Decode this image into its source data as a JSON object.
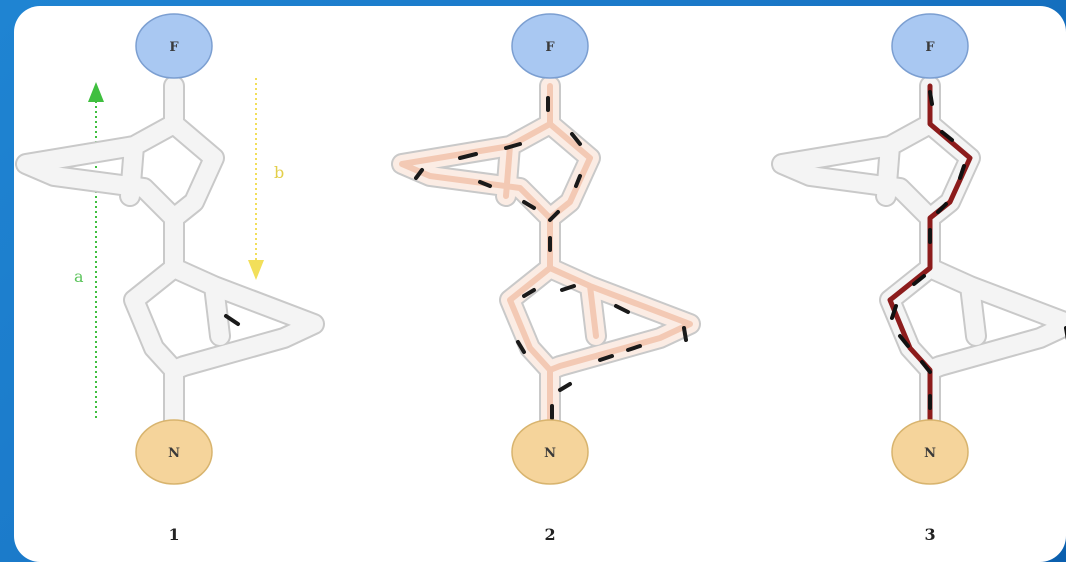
{
  "colors": {
    "food_node_fill": "#a9c8f2",
    "food_node_stroke": "#7c9fd1",
    "nest_node_fill": "#f5d49b",
    "nest_node_stroke": "#d8b46e",
    "path_gray": "#d7d7d7",
    "ant_color": "#1a1a1a",
    "pheromone_light": "#f3c9b4",
    "pheromone_strong": "#8c1c1c",
    "arrow_a": "#3fbf3f",
    "arrow_b": "#f2df5a"
  },
  "panels": [
    {
      "number": "1",
      "food_label": "F",
      "nest_label": "N",
      "label_a": "a",
      "label_b": "b"
    },
    {
      "number": "2",
      "food_label": "F",
      "nest_label": "N"
    },
    {
      "number": "3",
      "food_label": "F",
      "nest_label": "N"
    }
  ]
}
